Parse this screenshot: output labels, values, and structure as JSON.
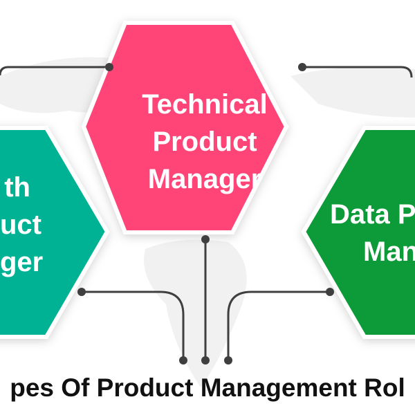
{
  "colors": {
    "technical": "#FF4578",
    "growth": "#00B294",
    "data": "#0E9A37",
    "connector": "#3f3f3f"
  },
  "center_hexagon": {
    "lines": [
      "Technical",
      "Product",
      "Manager"
    ]
  },
  "left_hexagon": {
    "lines": [
      "th",
      "uct",
      "ger"
    ]
  },
  "right_hexagon": {
    "lines": [
      "Data P",
      "Man"
    ]
  },
  "title": "pes Of Product Management Rol"
}
